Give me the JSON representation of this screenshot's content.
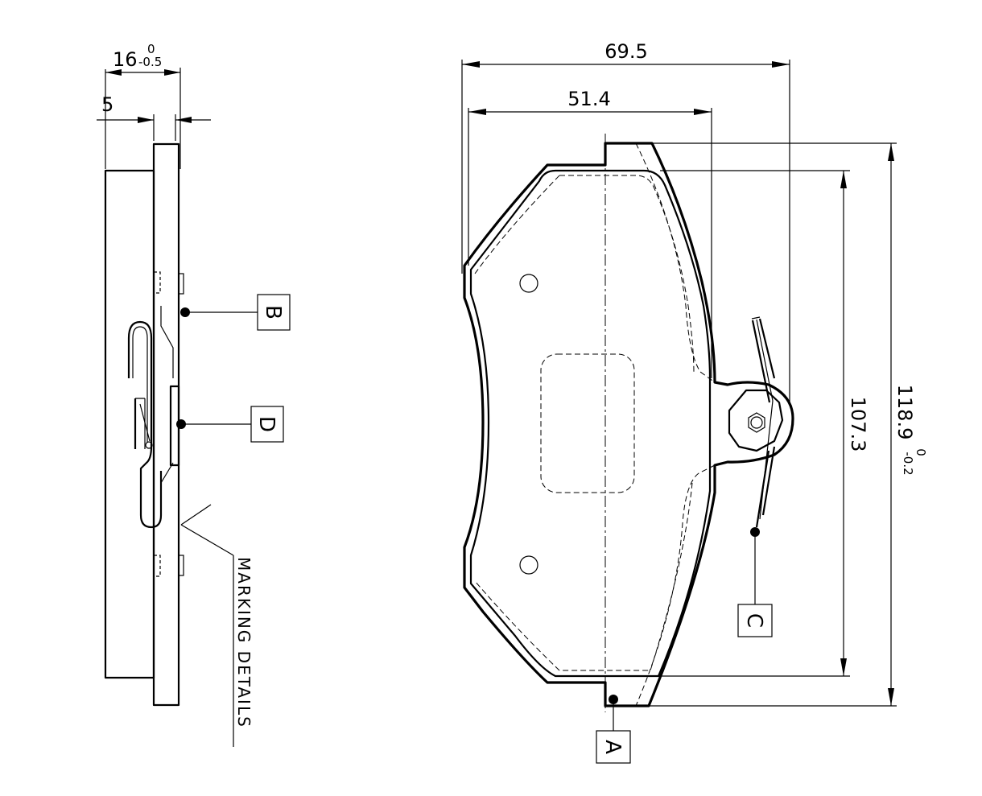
{
  "dimensions": {
    "thickness_nominal": "16",
    "thickness_upper_tol": "0",
    "thickness_lower_tol": "-0.5",
    "backplate_thickness": "5",
    "overall_width": "69.5",
    "inner_width": "51.4",
    "pad_height": "107.3",
    "overall_height_nominal": "118.9",
    "overall_height_upper_tol": "0",
    "overall_height_lower_tol": "-0.2"
  },
  "callouts": {
    "a": "A",
    "b": "B",
    "c": "C",
    "d": "D"
  },
  "notes": {
    "marking_details": "MARKING DETAILS"
  }
}
